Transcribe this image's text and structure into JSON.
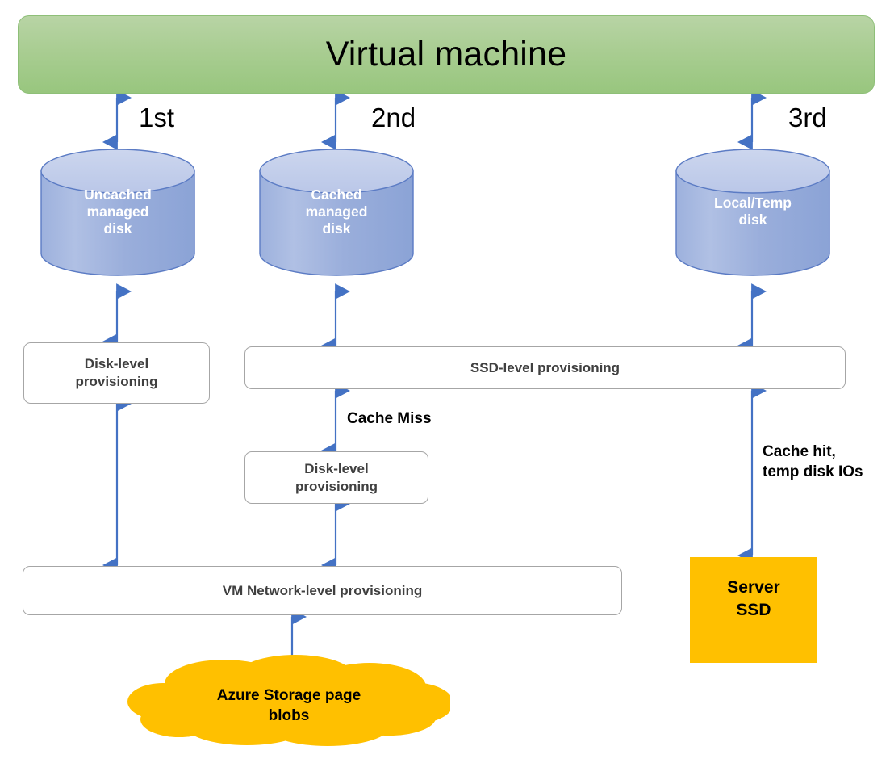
{
  "diagram": {
    "title": "Virtual machine",
    "accent_colors": {
      "vm_green_top": "#b8d4a5",
      "vm_green_bottom": "#98c67e",
      "cylinder_blue_light": "#c3cfe8",
      "cylinder_blue_dark": "#8ba3d6",
      "arrow_blue": "#4472c4",
      "box_border_gray": "#a6a6a6",
      "box_text_gray": "#404040",
      "storage_orange": "#ffc000"
    },
    "vm": {
      "label": "Virtual machine"
    },
    "ordinals": [
      {
        "name": "first",
        "label": "1st"
      },
      {
        "name": "second",
        "label": "2nd"
      },
      {
        "name": "third",
        "label": "3rd"
      }
    ],
    "disks": [
      {
        "name": "uncached-managed-disk",
        "lines": [
          "Uncached",
          "managed",
          "disk"
        ]
      },
      {
        "name": "cached-managed-disk",
        "lines": [
          "Cached",
          "managed",
          "disk"
        ]
      },
      {
        "name": "local-temp-disk",
        "lines": [
          "Local/Temp",
          "disk"
        ]
      }
    ],
    "boxes": {
      "disk_level_left": {
        "lines": [
          "Disk-level",
          "provisioning"
        ]
      },
      "ssd_level": {
        "lines": [
          "SSD-level provisioning"
        ]
      },
      "disk_level_middle": {
        "lines": [
          "Disk-level",
          "provisioning"
        ]
      },
      "vm_network_level": {
        "lines": [
          "VM Network-level provisioning"
        ]
      },
      "server_ssd": {
        "lines": [
          "Server",
          "SSD"
        ]
      },
      "azure_storage_cloud": {
        "lines": [
          "Azure Storage page",
          "blobs"
        ]
      }
    },
    "annotations": [
      {
        "name": "cache-miss",
        "lines": [
          "Cache Miss"
        ]
      },
      {
        "name": "cache-hit",
        "lines": [
          "Cache hit,",
          "temp disk IOs"
        ]
      }
    ]
  }
}
